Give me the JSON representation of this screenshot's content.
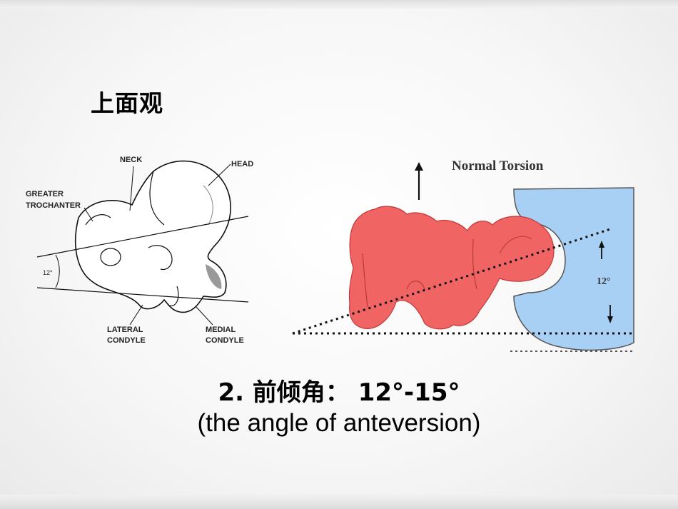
{
  "slide": {
    "title": "上面观",
    "caption_line1": "2.  前倾角：  12°-15°",
    "caption_line2": "(the angle of anteversion)"
  },
  "left_figure": {
    "labels": {
      "neck": "NECK",
      "head": "HEAD",
      "greater_line1": "GREATER",
      "greater_line2": "TROCHANTER",
      "angle": "12°",
      "lateral_line1": "LATERAL",
      "lateral_line2": "CONDYLE",
      "medial_line1": "MEDIAL",
      "medial_line2": "CONDYLE"
    }
  },
  "right_figure": {
    "title": "Normal Torsion",
    "angle": "12°",
    "colors": {
      "bone": "#f06464",
      "socket": "#a8d0f5"
    }
  }
}
